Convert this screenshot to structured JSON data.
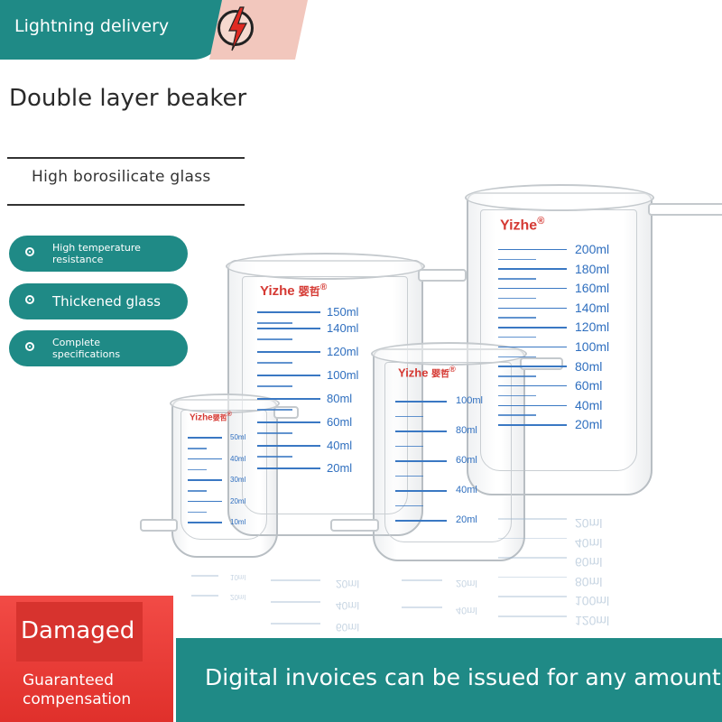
{
  "header": {
    "banner_text": "Lightning delivery",
    "logo_icon": "lightning-bolt-icon"
  },
  "product": {
    "title": "Double layer beaker",
    "subtitle": "High borosilicate glass"
  },
  "features": [
    {
      "label_line1": "High temperature",
      "label_line2": "resistance"
    },
    {
      "label": "Thickened glass"
    },
    {
      "label_line1": "Complete",
      "label_line2": "specifications"
    }
  ],
  "beakers": {
    "brand": "Yizhe",
    "brand_cn_small": "婴哲",
    "beaker_200": {
      "marks": [
        "200ml",
        "180ml",
        "160ml",
        "140ml",
        "120ml",
        "100ml",
        "80ml",
        "60ml",
        "40ml",
        "20ml"
      ]
    },
    "beaker_150": {
      "marks": [
        "150ml",
        "140ml",
        "120ml",
        "100ml",
        "80ml",
        "60ml",
        "40ml",
        "20ml"
      ]
    },
    "beaker_100": {
      "marks": [
        "100ml",
        "80ml",
        "60ml",
        "40ml",
        "20ml"
      ]
    },
    "beaker_50": {
      "marks": [
        "50ml",
        "40ml",
        "30ml",
        "20ml",
        "10ml"
      ]
    }
  },
  "footer": {
    "damaged": "Damaged",
    "guarantee_line1": "Guaranteed",
    "guarantee_line2": "compensation",
    "invoice_text": "Digital invoices can be issued for any amount"
  },
  "colors": {
    "teal": "#1f8a86",
    "red": "#e63a35",
    "scale_blue": "#2f6fbf",
    "brand_red": "#d53a34"
  }
}
